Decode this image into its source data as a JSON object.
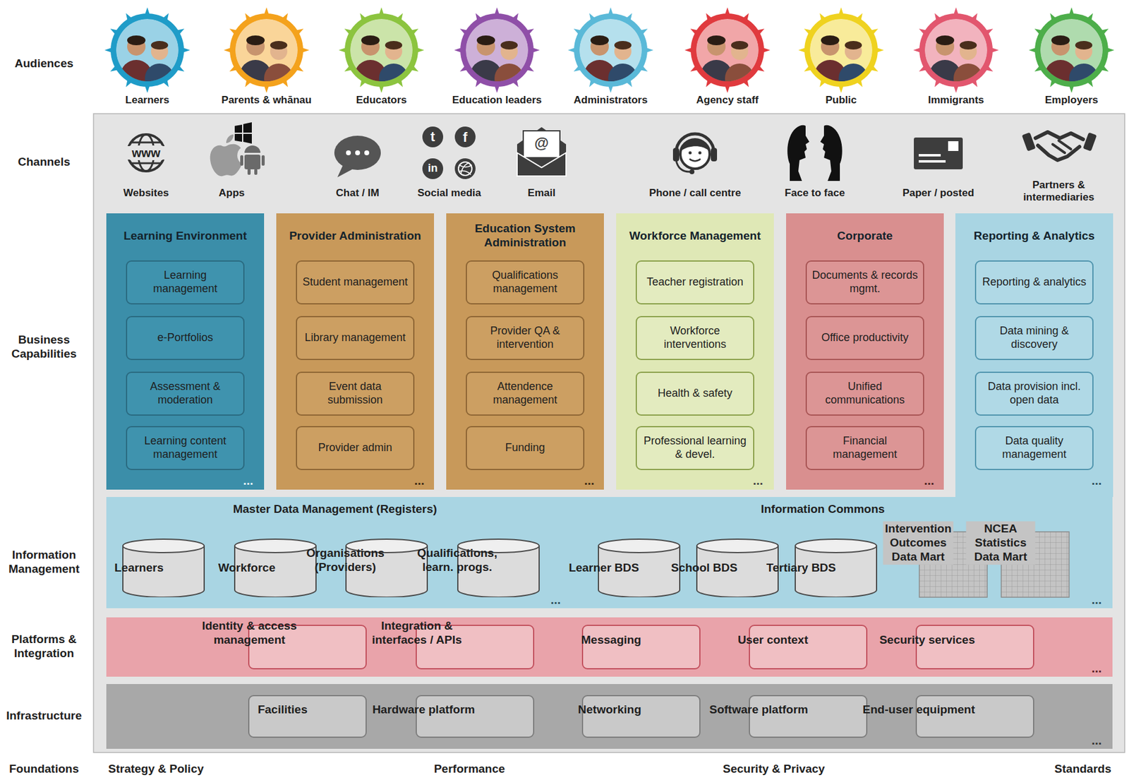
{
  "diagram": {
    "nodes": [
      {
        "text": [
          "Learners"
        ]
      },
      {
        "text": [
          "Parents & whānau"
        ]
      },
      {
        "text": [
          "Educators"
        ]
      },
      {
        "text": [
          "Education leaders"
        ]
      },
      {
        "text": [
          "Administrators"
        ]
      },
      {
        "text": [
          "Agency staff"
        ]
      },
      {
        "text": [
          "Public"
        ]
      },
      {
        "text": [
          "Immigrants"
        ]
      },
      {
        "text": [
          "Employers"
        ]
      },
      {
        "text": [
          "Learning Environment"
        ]
      },
      {
        "text": [
          "Learning management"
        ],
        "in": 9
      },
      {
        "text": [
          "e-Portfolios"
        ],
        "in": 9
      },
      {
        "text": [
          "Assessment & moderation"
        ],
        "in": 9
      },
      {
        "text": [
          "Learning content management"
        ],
        "in": 9
      },
      {
        "text": [
          "Provider Administration"
        ]
      },
      {
        "text": [
          "Student management"
        ],
        "in": 14
      },
      {
        "text": [
          "Library management"
        ],
        "in": 14
      },
      {
        "text": [
          "Event data submission"
        ],
        "in": 14
      },
      {
        "text": [
          "Provider admin"
        ],
        "in": 14
      },
      {
        "text": [
          "Education System Administration"
        ]
      },
      {
        "text": [
          "Qualifications management"
        ],
        "in": 19
      },
      {
        "text": [
          "Provider QA & intervention"
        ],
        "in": 19
      },
      {
        "text": [
          "Attendence management"
        ],
        "in": 19
      },
      {
        "text": [
          "Funding"
        ],
        "in": 19
      },
      {
        "text": [
          "Workforce Management"
        ]
      },
      {
        "text": [
          "Teacher registration"
        ],
        "in": 24
      },
      {
        "text": [
          "Workforce interventions"
        ],
        "in": 24
      },
      {
        "text": [
          "Health & safety"
        ],
        "in": 24
      },
      {
        "text": [
          "Professional learning & devel."
        ],
        "in": 24
      },
      {
        "text": [
          "Corporate"
        ]
      },
      {
        "text": [
          "Documents & records mgmt."
        ],
        "in": 29
      },
      {
        "text": [
          "Office productivity"
        ],
        "in": 29
      },
      {
        "text": [
          "Unified communications"
        ],
        "in": 29
      },
      {
        "text": [
          "Financial management"
        ],
        "in": 29
      },
      {
        "text": [
          "Reporting & Analytics"
        ]
      },
      {
        "text": [
          "Reporting & analytics"
        ],
        "in": 34
      },
      {
        "text": [
          "Data mining & discovery"
        ],
        "in": 34
      },
      {
        "text": [
          "Data provision incl. open data"
        ],
        "in": 34
      },
      {
        "text": [
          "Data quality management"
        ],
        "in": 34
      },
      {
        "text": [
          "Information Management",
          "Master Data Management (Registers)",
          "Information Commons"
        ]
      },
      {
        "text": [
          "Learners"
        ],
        "in": 39
      },
      {
        "text": [
          "Workforce"
        ],
        "in": 39
      },
      {
        "text": [
          "Organisations (Providers)"
        ],
        "in": 39
      },
      {
        "text": [
          "Qualifications, learn. progs."
        ],
        "in": 39
      },
      {
        "text": [
          "Learner BDS"
        ],
        "in": 39
      },
      {
        "text": [
          "School BDS"
        ],
        "in": 39
      },
      {
        "text": [
          "Tertiary BDS"
        ],
        "in": 39
      },
      {
        "text": [
          "Intervention Outcomes Data Mart"
        ],
        "in": 39
      },
      {
        "text": [
          "NCEA Statistics Data Mart"
        ],
        "in": 39
      },
      {
        "text": [
          "Platforms & Integration"
        ]
      },
      {
        "text": [
          "Identity & access management"
        ],
        "in": 49
      },
      {
        "text": [
          "Integration & interfaces / APIs"
        ],
        "in": 49
      },
      {
        "text": [
          "Messaging"
        ],
        "in": 49
      },
      {
        "text": [
          "User context"
        ],
        "in": 49
      },
      {
        "text": [
          "Security services"
        ],
        "in": 49
      },
      {
        "text": [
          "Infrastructure"
        ]
      },
      {
        "text": [
          "Facilities"
        ],
        "in": 55
      },
      {
        "text": [
          "Hardware platform"
        ],
        "in": 55
      },
      {
        "text": [
          "Networking"
        ],
        "in": 55
      },
      {
        "text": [
          "Software platform"
        ],
        "in": 55
      },
      {
        "text": [
          "End-user equipment"
        ],
        "in": 55
      }
    ],
    "labels": [
      "Audiences",
      "Channels",
      "Business Capabilities",
      "Websites",
      "www",
      "Apps",
      "Chat / IM",
      "t",
      "f",
      "in",
      "Social media",
      "@",
      "Email",
      "Phone / call centre",
      "Face to face",
      "Paper / posted",
      "Partners & intermediaries",
      "...",
      "...",
      "...",
      "...",
      "...",
      "...",
      "...",
      "...",
      "...",
      "...",
      "Foundations",
      "Strategy & Policy",
      "Performance",
      "Security & Privacy",
      "Standards"
    ]
  }
}
